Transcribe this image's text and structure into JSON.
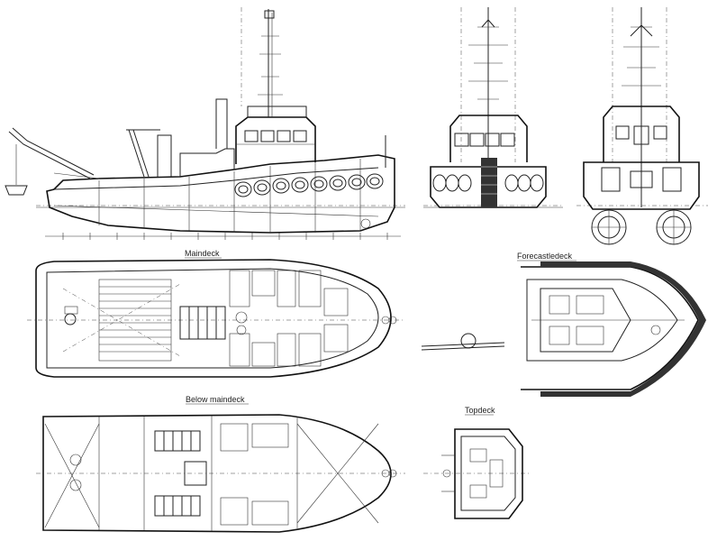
{
  "labels": {
    "maindeck": "Maindeck",
    "forecastledeck": "Forecastledeck",
    "below_maindeck": "Below maindeck",
    "topdeck": "Topdeck"
  },
  "colors": {
    "line": "#222222",
    "background": "#ffffff",
    "water": "#2c3e50"
  }
}
